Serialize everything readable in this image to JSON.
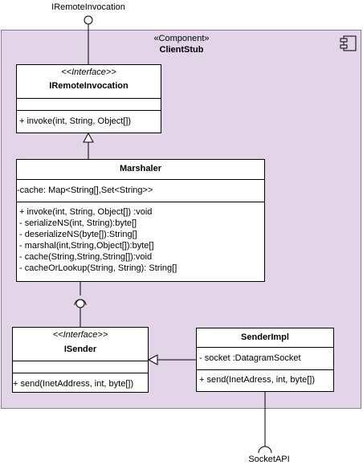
{
  "provided_interface": {
    "label": "IRemoteInvocation"
  },
  "required_interface": {
    "label": "SocketAPI"
  },
  "component": {
    "stereotype": "«Component»",
    "name": "ClientStub"
  },
  "classes": {
    "iremote": {
      "stereotype": "<<Interface>>",
      "name": "IRemoteInvocation",
      "attributes": [],
      "methods": [
        "+ invoke(int, String, Object[])"
      ]
    },
    "marshaler": {
      "name": "Marshaler",
      "attributes": [
        "-cache: Map<String[],Set<String>>"
      ],
      "methods": [
        "+ invoke(int, String, Object[]) :void",
        "- serializeNS(int, String):byte[]",
        "- deserializeNS(byte[]):String[]",
        "- marshal(int,String,Object[]):byte[]",
        "- cache(String,String,String[]):void",
        "- cacheOrLookup(String, String): String[]"
      ]
    },
    "isender": {
      "stereotype": "<<Interface>>",
      "name": "ISender",
      "attributes": [],
      "methods": [
        "+ send(InetAddress, int, byte[])"
      ]
    },
    "senderimpl": {
      "name": "SenderImpl",
      "attributes": [
        "- socket :DatagramSocket"
      ],
      "methods": [
        "+ send(InetAdress, int, byte[])"
      ]
    }
  },
  "colors": {
    "component_fill": "#e1d5e7",
    "component_stroke": "#9673a6",
    "line": "#000000"
  },
  "icons": {
    "component_icon": "uml-component-icon"
  }
}
